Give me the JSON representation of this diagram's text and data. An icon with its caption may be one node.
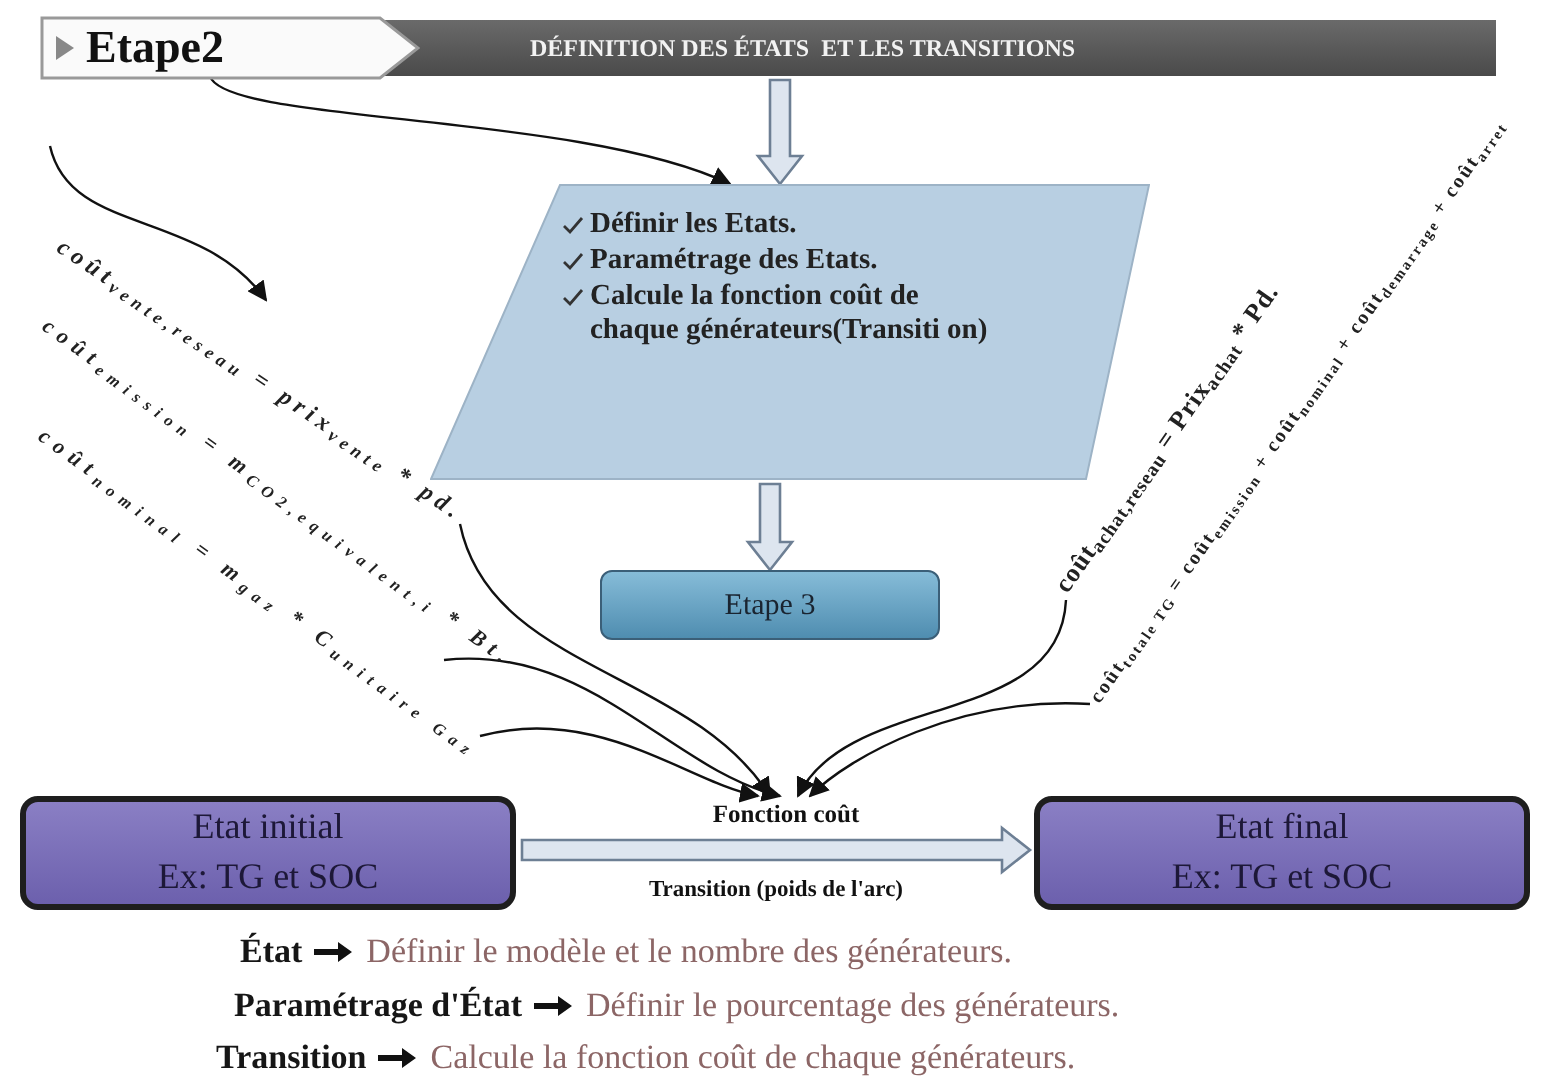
{
  "diagram": {
    "nodes": [
      {
        "text": [
          "Etape2"
        ]
      },
      {
        "text": [
          "DÉFINITION DES ÉTATS  ET LES TRANSITIONS"
        ]
      },
      {
        "text": [
          "Définir les Etats.",
          "Paramétrage des Etats.",
          "Calcule la fonction coût de chaque générateurs(Transiti on)"
        ]
      },
      {
        "text": [
          "Etape 3"
        ]
      },
      {
        "text": [
          "Fonction coût"
        ]
      },
      {
        "text": [
          "Etat initial",
          "Ex: TG et SOC"
        ]
      },
      {
        "text": [
          "Etat final",
          "Ex: TG et SOC"
        ]
      },
      {
        "text": [
          "coût$_{vente,reseau}$ = prix$_{vente}$ * pd."
        ]
      },
      {
        "text": [
          "coût$_{emission}$ = m$_{CO2,equivalent,i}$ * Bt."
        ]
      },
      {
        "text": [
          "coût$_{nominal}$ = m$_{gaz}$ * C$_{unitaire Gaz}$"
        ]
      },
      {
        "text": [
          "coût$_{achat,reseau}$ = Prix$_{achat}$ * Pd."
        ]
      },
      {
        "text": [
          "coût$_{totale TG}$ = coût$_{emission}$ + coût$_{nominal}$ + coût$_{demarrage}$ + coût$_{arret}$"
        ]
      }
    ],
    "edges": [
      {
        "from": 0,
        "to": 2,
        "arrow": "to"
      },
      {
        "from": 1,
        "to": 2,
        "arrow": "to",
        "style": "thick"
      },
      {
        "from": 2,
        "to": 3,
        "arrow": "to",
        "style": "thick"
      },
      {
        "from": null,
        "to": 7,
        "arrow": "to"
      },
      {
        "from": 7,
        "to": 4,
        "arrow": "to"
      },
      {
        "from": 8,
        "to": 4,
        "arrow": "to"
      },
      {
        "from": 9,
        "to": 4,
        "arrow": "to"
      },
      {
        "from": 10,
        "to": 4,
        "arrow": "to"
      },
      {
        "from": 11,
        "to": 4,
        "arrow": "to"
      },
      {
        "from": 5,
        "to": 6,
        "arrow": "to",
        "style": "thick",
        "label": "Transition (poids de l'arc)"
      }
    ],
    "labels": [
      "État",
      "Définir le modèle et le nombre des générateurs.",
      "Paramétrage d'État",
      "Définir le pourcentage des générateurs.",
      "Transition",
      "Calcule la fonction coût de chaque générateurs."
    ]
  }
}
